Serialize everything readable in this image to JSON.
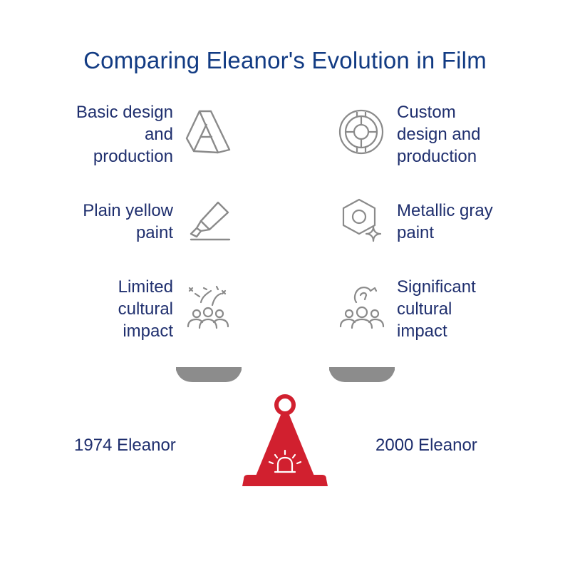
{
  "title": "Comparing Eleanor's Evolution in Film",
  "left": {
    "era": "1974 Eleanor",
    "items": [
      {
        "lines": [
          "Basic design",
          "and",
          "production"
        ],
        "icon": "folded-ribbon-icon"
      },
      {
        "lines": [
          "Plain yellow",
          "paint"
        ],
        "icon": "highlighter-icon"
      },
      {
        "lines": [
          "Limited",
          "cultural",
          "impact"
        ],
        "icon": "crowd-celebration-icon"
      }
    ]
  },
  "right": {
    "era": "2000 Eleanor",
    "items": [
      {
        "lines": [
          "Custom",
          "design and",
          "production"
        ],
        "icon": "custom-emblem-icon"
      },
      {
        "lines": [
          "Metallic gray",
          "paint"
        ],
        "icon": "hex-nut-sparkle-icon"
      },
      {
        "lines": [
          "Significant",
          "cultural",
          "impact"
        ],
        "icon": "crowd-spotlight-icon"
      }
    ]
  },
  "colors": {
    "title": "#123b83",
    "text": "#1f2f6e",
    "icon": "#8a8a8a",
    "pan": "#8c8c8c",
    "fulcrum": "#d1202f"
  }
}
